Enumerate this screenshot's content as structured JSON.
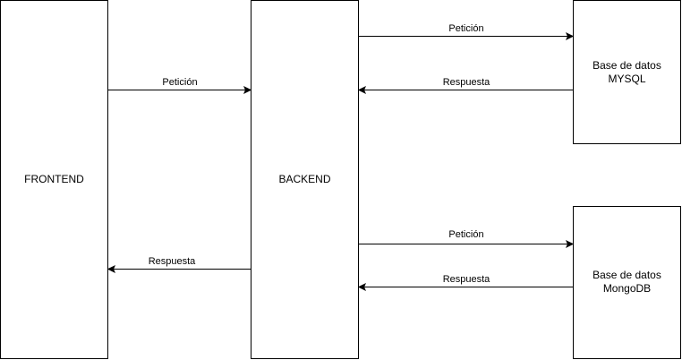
{
  "nodes": {
    "frontend": {
      "label": "FRONTEND"
    },
    "backend": {
      "label": "BACKEND"
    },
    "mysql": {
      "label_line1": "Base de datos",
      "label_line2": "MYSQL"
    },
    "mongodb": {
      "label_line1": "Base de datos",
      "label_line2": "MongoDB"
    }
  },
  "edges": {
    "frontend_to_backend": {
      "label": "Petición"
    },
    "backend_to_frontend": {
      "label": "Respuesta"
    },
    "backend_to_mysql": {
      "label": "Petición"
    },
    "mysql_to_backend": {
      "label": "Respuesta"
    },
    "backend_to_mongodb": {
      "label": "Petición"
    },
    "mongodb_to_backend": {
      "label": "Respuesta"
    }
  },
  "colors": {
    "stroke": "#000000",
    "background": "#ffffff"
  }
}
